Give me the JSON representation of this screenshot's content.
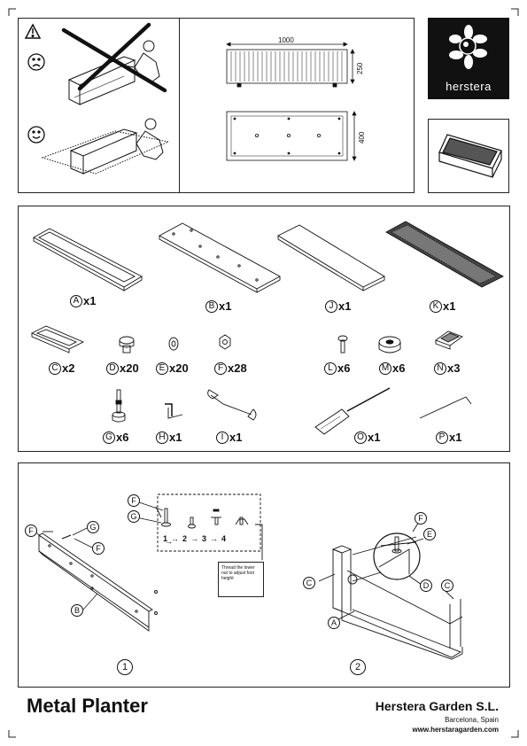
{
  "header": {
    "dim_length": "1000",
    "dim_height": "250",
    "dim_width": "400"
  },
  "brand": {
    "name": "herstera",
    "logo_color": "#111111"
  },
  "parts": [
    {
      "letter": "A",
      "qty": "x1"
    },
    {
      "letter": "B",
      "qty": "x1"
    },
    {
      "letter": "J",
      "qty": "x1"
    },
    {
      "letter": "K",
      "qty": "x1"
    },
    {
      "letter": "C",
      "qty": "x2"
    },
    {
      "letter": "D",
      "qty": "x20"
    },
    {
      "letter": "E",
      "qty": "x20"
    },
    {
      "letter": "F",
      "qty": "x28"
    },
    {
      "letter": "L",
      "qty": "x6"
    },
    {
      "letter": "M",
      "qty": "x6"
    },
    {
      "letter": "N",
      "qty": "x3"
    },
    {
      "letter": "G",
      "qty": "x6"
    },
    {
      "letter": "H",
      "qty": "x1"
    },
    {
      "letter": "I",
      "qty": "x1"
    },
    {
      "letter": "O",
      "qty": "x1"
    },
    {
      "letter": "P",
      "qty": "x1"
    }
  ],
  "step1": {
    "number": "1",
    "callouts": [
      "F",
      "G",
      "F",
      "G",
      "F",
      "B"
    ],
    "sequence": [
      "1",
      "2",
      "3",
      "4"
    ],
    "note": "Thread the lower nut to adjust foot height"
  },
  "step2": {
    "number": "2",
    "callouts": [
      "F",
      "E",
      "C",
      "D",
      "C",
      "A"
    ]
  },
  "footer": {
    "title": "Metal Planter",
    "company": "Herstera Garden S.L.",
    "city": "Barcelona, Spain",
    "website": "www.herstaragarden.com"
  }
}
